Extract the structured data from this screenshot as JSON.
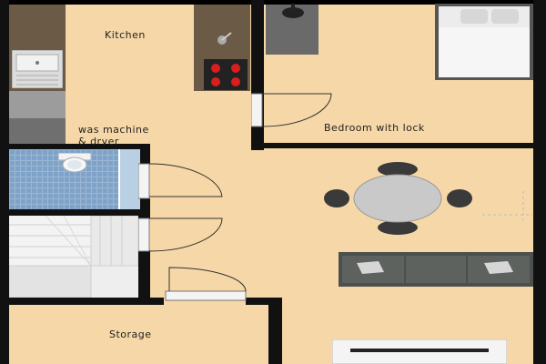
{
  "rooms": {
    "kitchen": "Kitchen",
    "bedroom": "Bedroom with lock",
    "laundry": "was machine\n& dryer",
    "storage": "Storage"
  },
  "colors": {
    "floor": "#f6d7a7",
    "wall": "#111111",
    "tile": "#7fa3c8",
    "sofa": "#5c605c",
    "bed": "#ececec",
    "chair": "#3a3a3a",
    "table": "#c9c9c9",
    "counter": "#6b5a45",
    "hob_burner": "#d81e1e"
  },
  "icons": {
    "sink": "sink-icon",
    "hob": "hob-icon",
    "toilet": "toilet-icon",
    "bed": "bed-icon",
    "table": "dining-table-icon",
    "sofa": "sofa-icon",
    "stairs": "stairs-icon"
  }
}
